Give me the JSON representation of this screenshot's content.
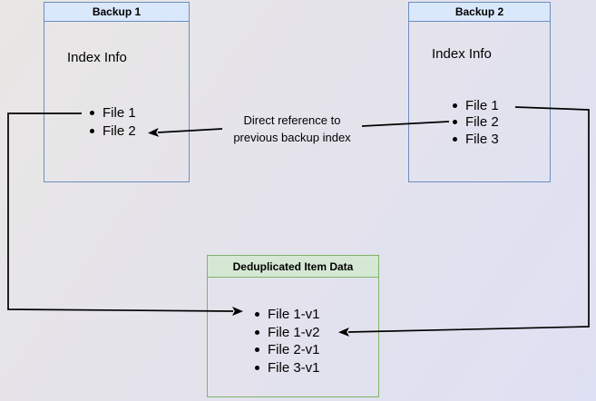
{
  "diagram": {
    "backup1": {
      "title": "Backup 1",
      "subtitle": "Index Info",
      "files": [
        "File 1",
        "File 2"
      ]
    },
    "backup2": {
      "title": "Backup 2",
      "subtitle": "Index Info",
      "files": [
        "File 1",
        "File 2",
        "File 3"
      ]
    },
    "dedup": {
      "title": "Deduplicated Item Data",
      "files": [
        "File 1-v1",
        "File 1-v2",
        "File 2-v1",
        "File 3-v1"
      ]
    },
    "arrow_label": "Direct reference to previous backup index",
    "colors": {
      "backup_header_fill": "#dae8fc",
      "backup_border": "#6c8ebf",
      "dedup_header_fill": "#d5e8d4",
      "dedup_border": "#82b366",
      "arrow_line": "#000000",
      "background_start": "#e9e7e4",
      "background_end": "#dee0f3"
    }
  }
}
